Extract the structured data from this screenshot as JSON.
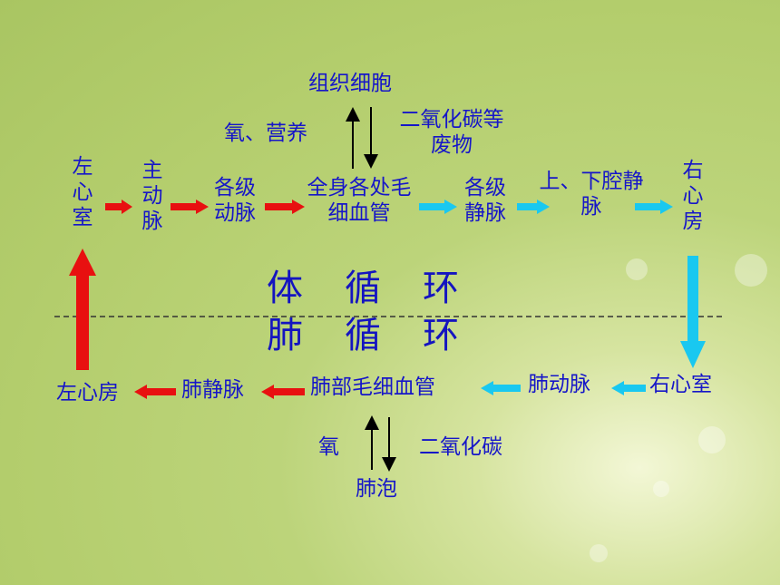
{
  "systemic": {
    "title": "体循环",
    "left_ventricle": "左心室",
    "aorta": "主动脉",
    "arteries": "各级动脉",
    "capillaries": "全身各处毛细血管",
    "veins": "各级静脉",
    "vena_cava": "上、下腔静脉",
    "right_atrium": "右心房",
    "tissue_cells": "组织细胞",
    "oxygen_nutrients": "氧、营养",
    "co2_waste": "二氧化碳等废物"
  },
  "pulmonary": {
    "title": "肺循环",
    "right_ventricle": "右心室",
    "pulmonary_artery": "肺动脉",
    "lung_capillaries": "肺部毛细血管",
    "pulmonary_vein": "肺静脉",
    "left_atrium": "左心房",
    "alveoli": "肺泡",
    "oxygen": "氧",
    "co2": "二氧化碳"
  },
  "colors": {
    "arterial": "#e81010",
    "venous": "#19c8f0",
    "text": "#1616c8",
    "background": "#b3cd6c"
  }
}
